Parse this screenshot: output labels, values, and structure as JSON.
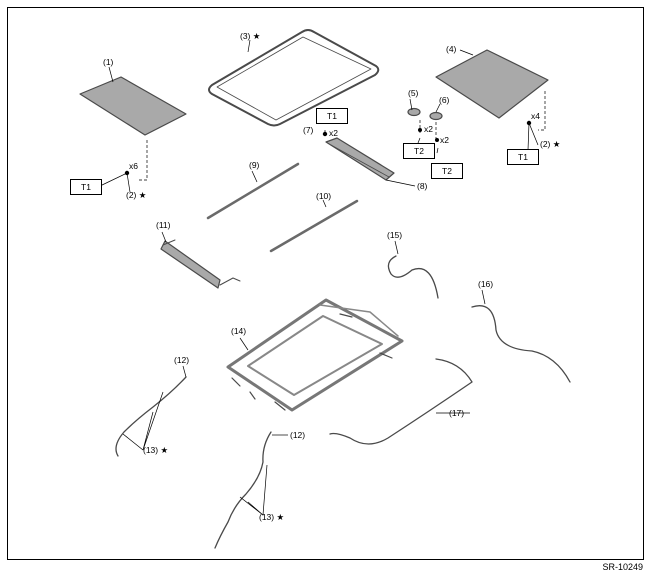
{
  "figure_code": "SR-10249",
  "colors": {
    "part_fill": "#a9a9a9",
    "part_stroke": "#4a4a4a",
    "line": "#000000",
    "page": "#ffffff"
  },
  "labels": {
    "l1": "(1)",
    "l2a": "(2) ★",
    "l2b": "(2) ★",
    "l3": "(3) ★",
    "l4": "(4)",
    "l5": "(5)",
    "l6": "(6)",
    "l7": "(7)",
    "l8": "(8)",
    "l9": "(9)",
    "l10": "(10)",
    "l11": "(11)",
    "l12a": "(12)",
    "l12b": "(12)",
    "l13a": "(13) ★",
    "l13b": "(13) ★",
    "l14": "(14)",
    "l15": "(15)",
    "l16": "(16)",
    "l17": "(17)"
  },
  "quantities": {
    "q1": "x6",
    "q4": "x4",
    "q7": "x2",
    "q5": "x2",
    "q6": "x2"
  },
  "torque_boxes": {
    "t1_left": "T1",
    "t1_mid": "T1",
    "t1_right": "T1",
    "t2_a": "T2",
    "t2_b": "T2"
  }
}
